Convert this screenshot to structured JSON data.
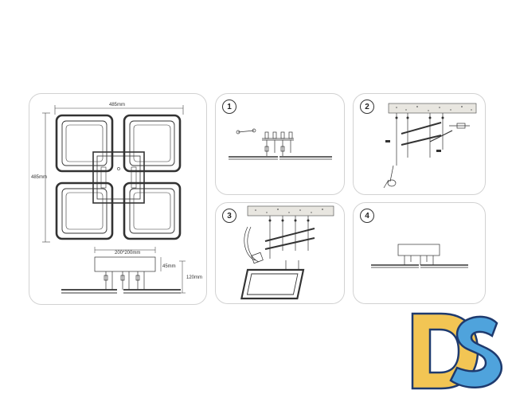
{
  "product": {
    "top_view": {
      "width_label": "485mm",
      "height_label": "485mm"
    },
    "side_view": {
      "mount_plate_label": "200*200mm",
      "plate_depth_label": "45mm",
      "total_height_label": "120mm"
    }
  },
  "steps": [
    {
      "number": "1"
    },
    {
      "number": "2"
    },
    {
      "number": "3"
    },
    {
      "number": "4"
    }
  ],
  "logo": {
    "text": "DS",
    "colors": {
      "d": "#F2C554",
      "s": "#4FA3DC",
      "outline": "#1E3A6E"
    }
  }
}
